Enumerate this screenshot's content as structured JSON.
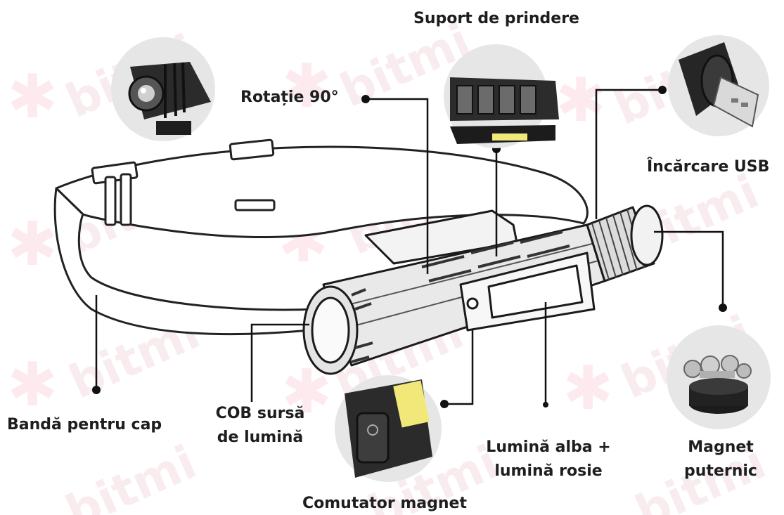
{
  "watermark": {
    "text": "bitmi",
    "color": "#f4dde3",
    "flower_color": "#fbe3ea"
  },
  "labels": {
    "mount": "Suport de prindere",
    "rotation": "Rotație 90°",
    "usb": "Încărcare USB",
    "band_line1": "Bandă pentru cap",
    "cob_line1": "COB sursă",
    "cob_line2": "de lumină",
    "light_line1": "Lumină alba +",
    "light_line2": "lumină rosie",
    "magnet_line1": "Magnet",
    "magnet_line2": "puternic",
    "switch": "Comutator magnet"
  },
  "colors": {
    "text": "#1e1e1e",
    "line": "#111111",
    "circle_bg": "#e6e6e6",
    "cob_yellow": "#f2e87a"
  }
}
